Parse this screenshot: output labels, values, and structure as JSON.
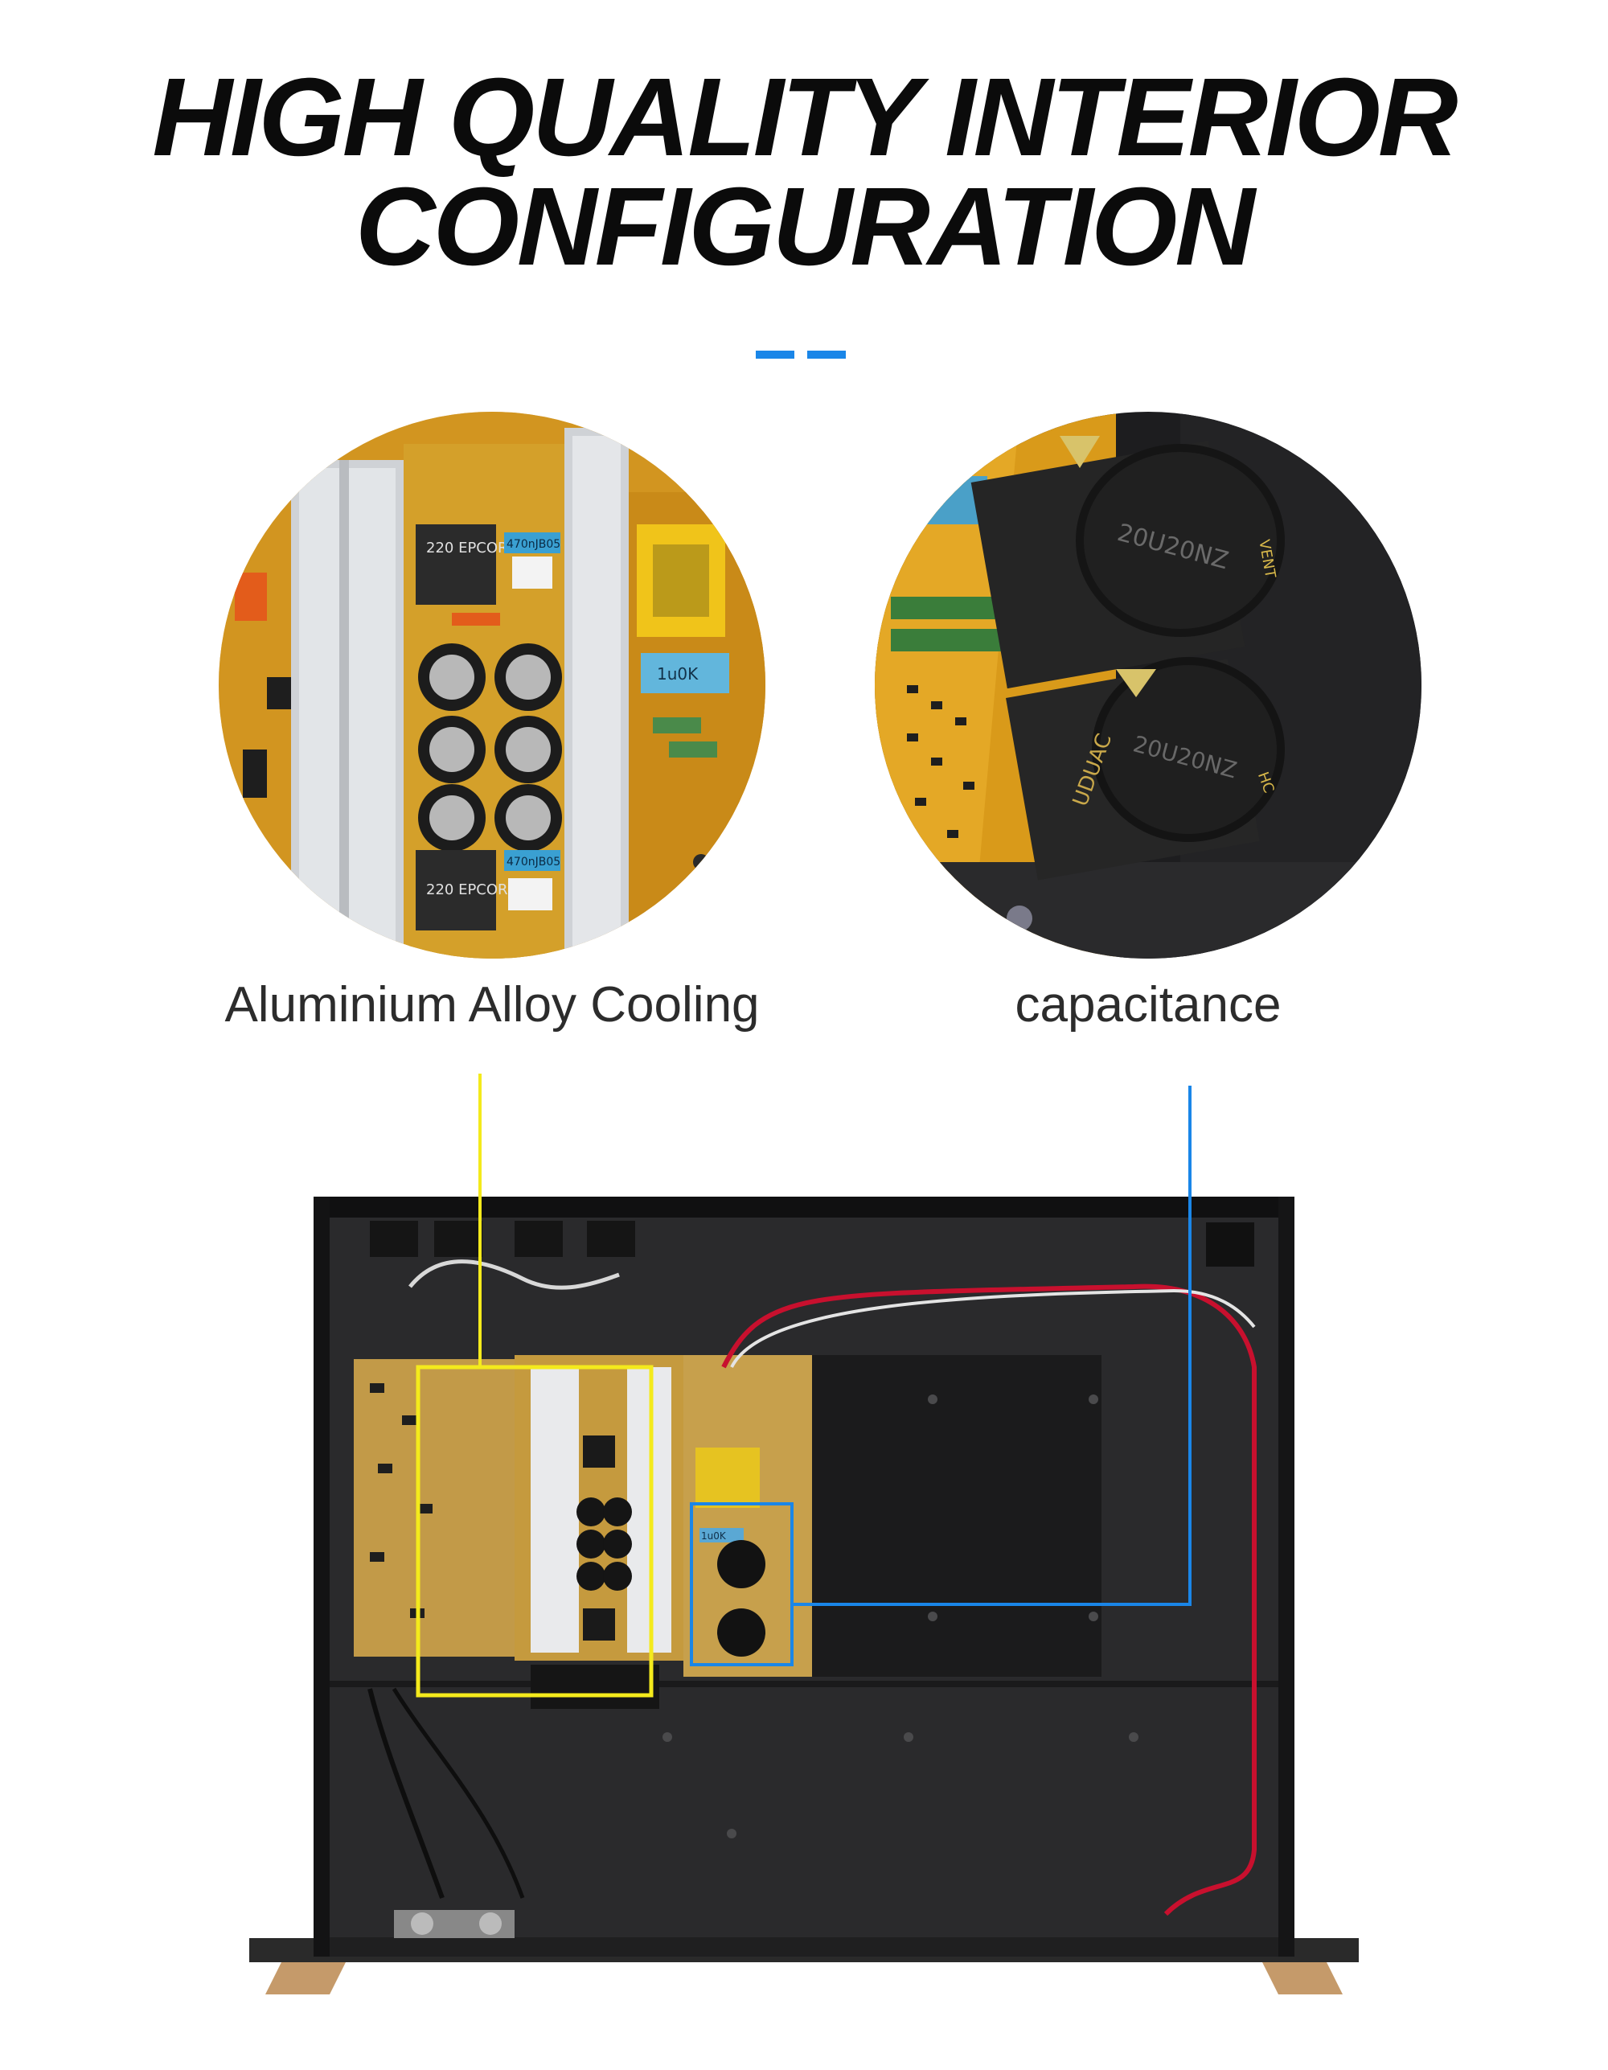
{
  "title": {
    "line1": "HIGH QUALITY INTERIOR",
    "line2": "CONFIGURATION"
  },
  "accent_colors": [
    "#1a86e8",
    "#1a86e8"
  ],
  "callouts": [
    {
      "caption": "Aluminium  Alloy Cooling",
      "highlight_color": "#f4ea1c",
      "labels": [
        "470nJB05",
        "220 EPCORP",
        "1u0K",
        "470nJB05",
        "220 EPCORP"
      ]
    },
    {
      "caption": "capacitance",
      "highlight_color": "#1a86e8",
      "labels": [
        "20U20NZ",
        "VENT",
        "UDUAC",
        "20U20NZ",
        "HC"
      ]
    }
  ],
  "board_labels": {
    "fan_label": "1u0K"
  }
}
